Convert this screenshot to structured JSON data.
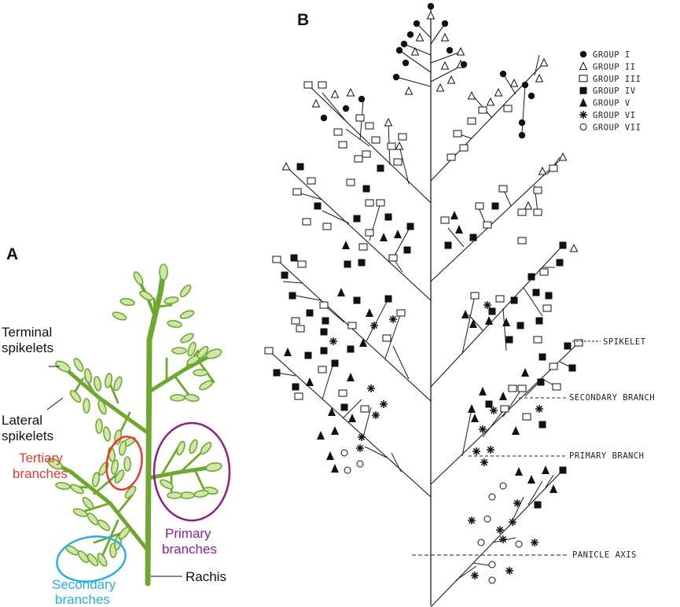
{
  "panels": {
    "a": "A",
    "b": "B"
  },
  "panel_a": {
    "labels": {
      "terminal_1": "Terminal",
      "terminal_2": "spikelets",
      "lateral_1": "Lateral",
      "lateral_2": "spikelets",
      "tertiary_1": "Tertiary",
      "tertiary_2": "branches",
      "primary_1": "Primary",
      "primary_2": "branches",
      "secondary_1": "Secondary",
      "secondary_2": "branches",
      "rachis": "Rachis"
    },
    "colors": {
      "plant": "#6ea830",
      "spikelet_fill": "#cfe6a8",
      "tertiary": "#e53a2f",
      "primary": "#8c1f8c",
      "secondary": "#26aee6"
    }
  },
  "panel_b": {
    "legend": [
      {
        "symbol": "filled-circle",
        "label": "GROUP I"
      },
      {
        "symbol": "open-triangle",
        "label": "GROUP II"
      },
      {
        "symbol": "open-square",
        "label": "GROUP III"
      },
      {
        "symbol": "filled-square",
        "label": "GROUP IV"
      },
      {
        "symbol": "filled-triangle",
        "label": "GROUP V"
      },
      {
        "symbol": "asterisk",
        "label": "GROUP VI"
      },
      {
        "symbol": "open-circle",
        "label": "GROUP VII"
      }
    ],
    "callouts": {
      "spikelet": "SPIKELET",
      "secondary_branch": "SECONDARY BRANCH",
      "primary_branch": "PRIMARY BRANCH",
      "panicle_axis": "PANICLE AXIS"
    }
  }
}
